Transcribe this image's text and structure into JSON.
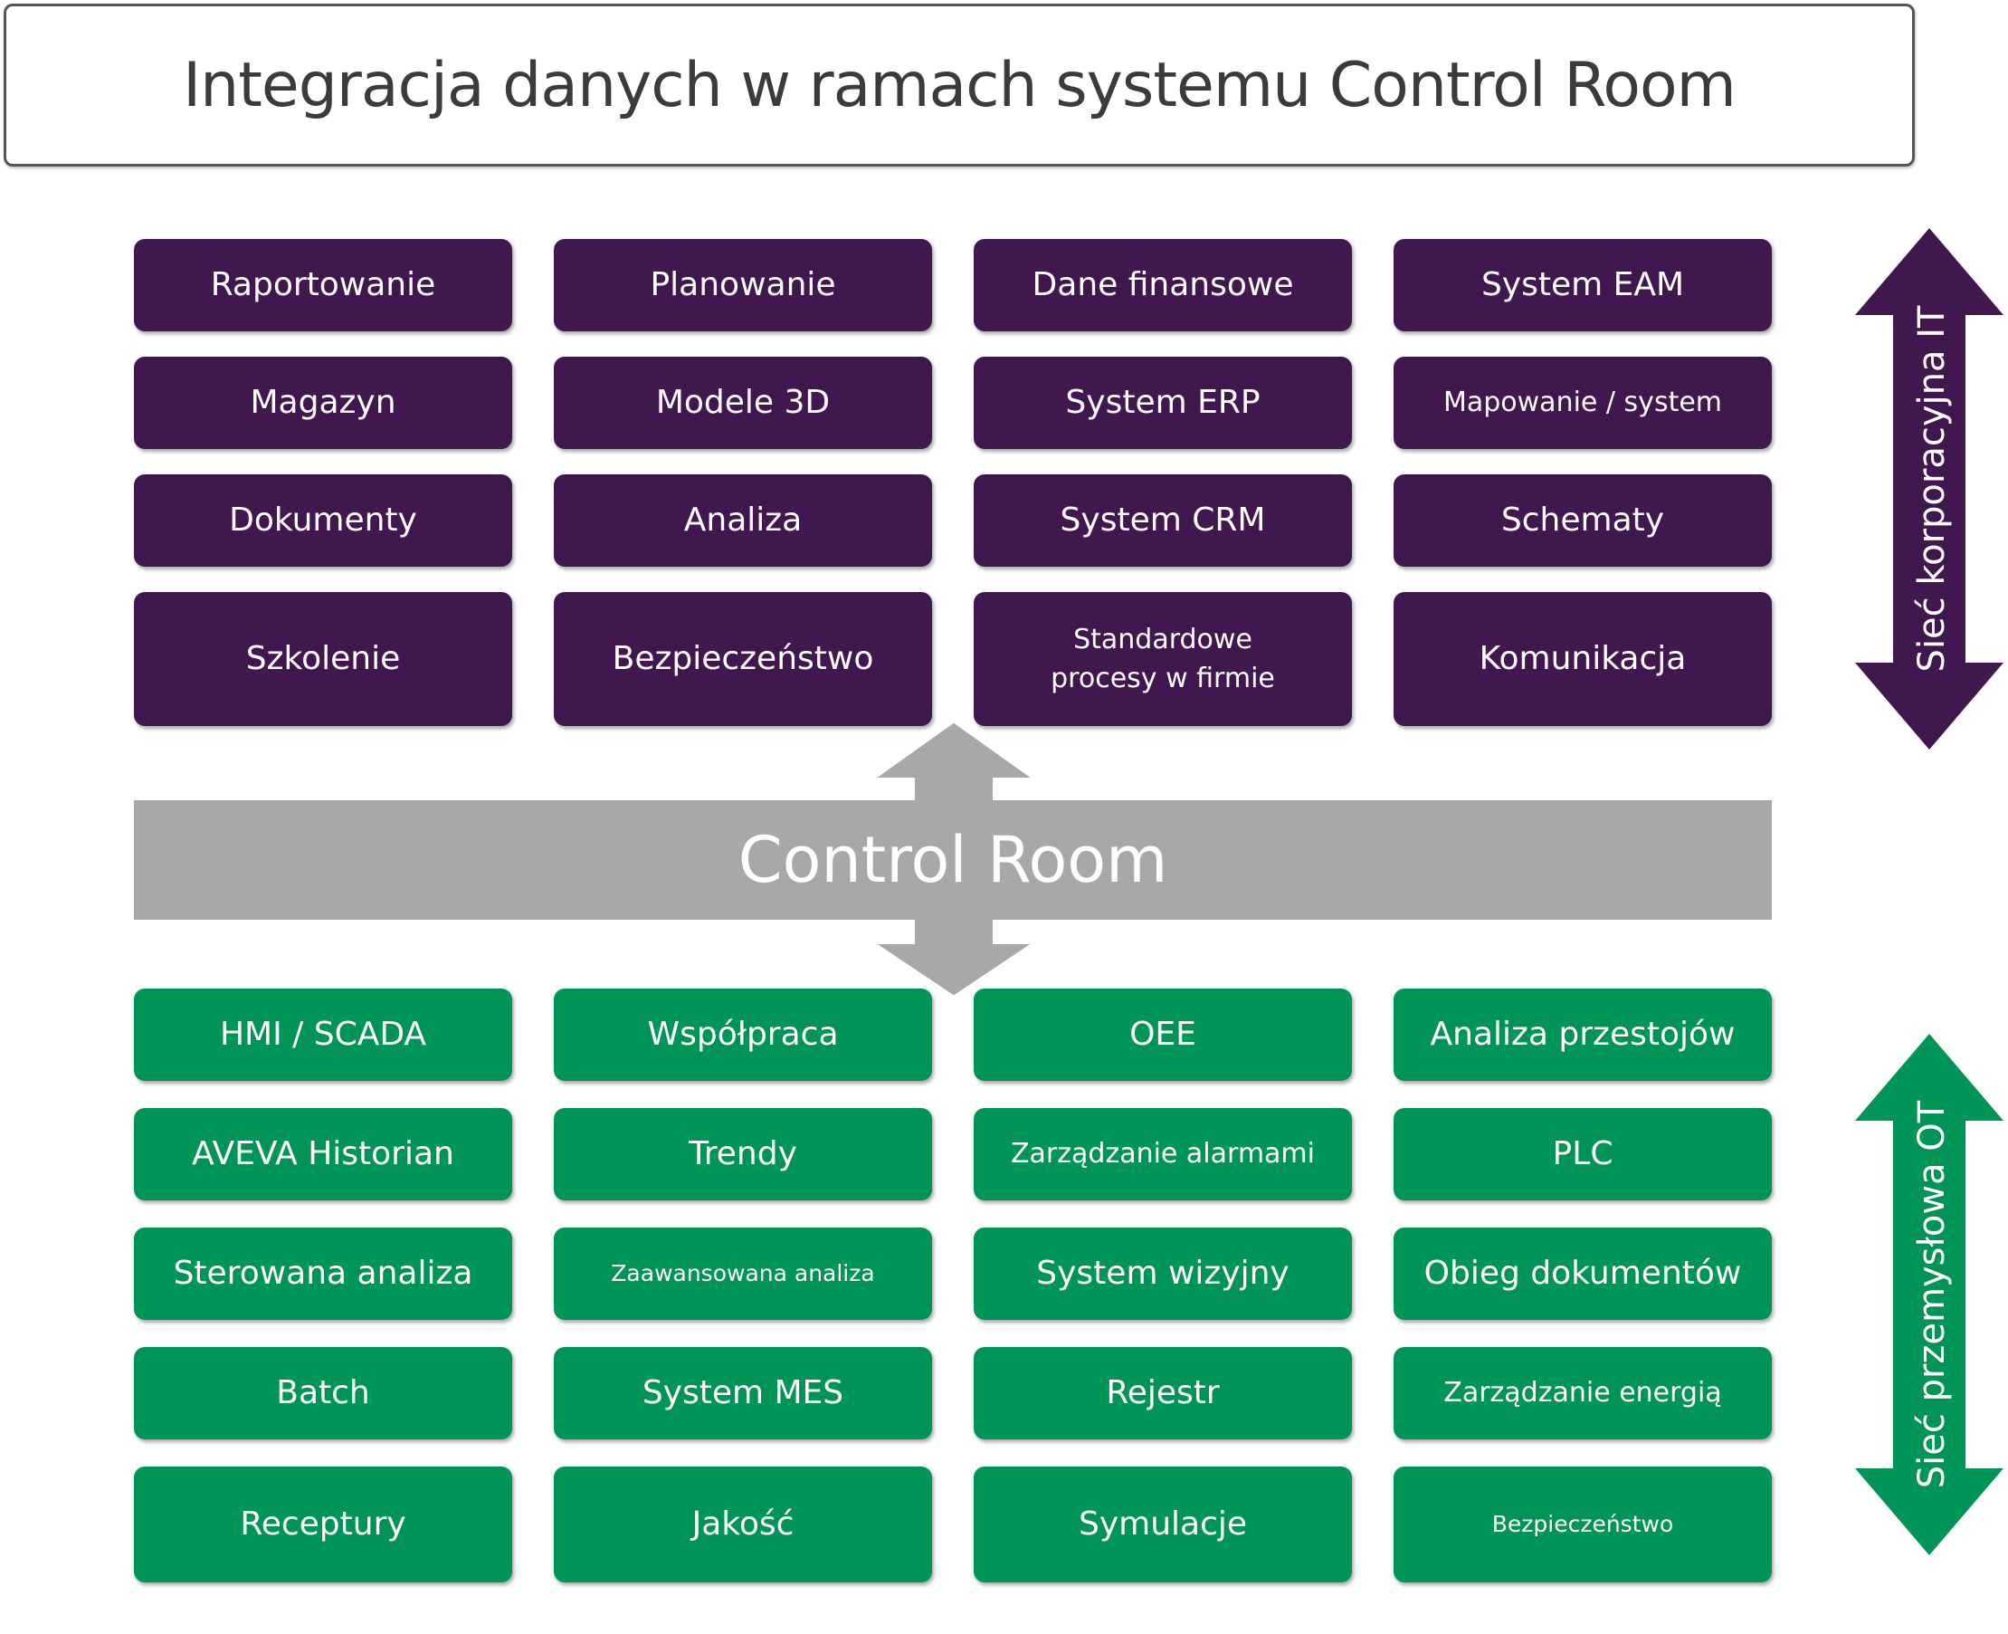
{
  "title": "Integracja danych w ramach systemu Control Room",
  "center": {
    "label": "Control Room"
  },
  "colors": {
    "it": "#40174f",
    "ot": "#009456",
    "center": "#a8a8a8"
  },
  "it_network": {
    "label": "Sieć korporacyjna IT",
    "items": [
      "Raportowanie",
      "Planowanie",
      "Dane finansowe",
      "System EAM",
      "Magazyn",
      "Modele 3D",
      "System ERP",
      "Mapowanie / system",
      "Dokumenty",
      "Analiza",
      "System CRM",
      "Schematy",
      "Szkolenie",
      "Bezpieczeństwo",
      "Standardowe\nprocesy w firmie",
      "Komunikacja"
    ]
  },
  "ot_network": {
    "label": "Sieć przemysłowa OT",
    "items": [
      "HMI / SCADA",
      "Współpraca",
      "OEE",
      "Analiza przestojów",
      "AVEVA Historian",
      "Trendy",
      "Zarządzanie alarmami",
      "PLC",
      "Sterowana analiza",
      "Zaawansowana analiza",
      "System wizyjny",
      "Obieg dokumentów",
      "Batch",
      "System MES",
      "Rejestr",
      "Zarządzanie energią",
      "Receptury",
      "Jakość",
      "Symulacje",
      "Bezpieczeństwo"
    ]
  }
}
